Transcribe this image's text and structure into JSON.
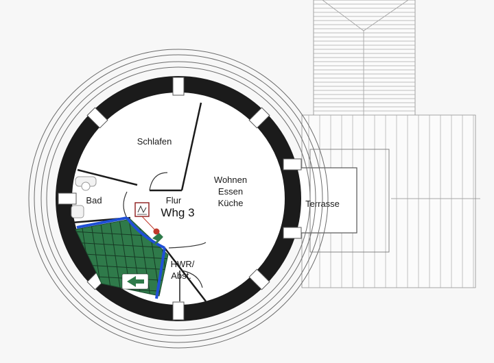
{
  "plan": {
    "unit": "Whg 3",
    "rooms": {
      "schlafen": "Schlafen",
      "wohnen": [
        "Wohnen",
        "Essen",
        "Küche"
      ],
      "flur": "Flur",
      "bad": "Bad",
      "hwr": [
        "HWR/",
        "Abst."
      ],
      "terrasse": "Terrasse"
    },
    "colors": {
      "wall": "#1b1b1b",
      "stair_fill": "#2f7a4a",
      "highlight_line": "#1f4fd6",
      "exit_marker": "#c0392b",
      "line": "#555555"
    }
  }
}
